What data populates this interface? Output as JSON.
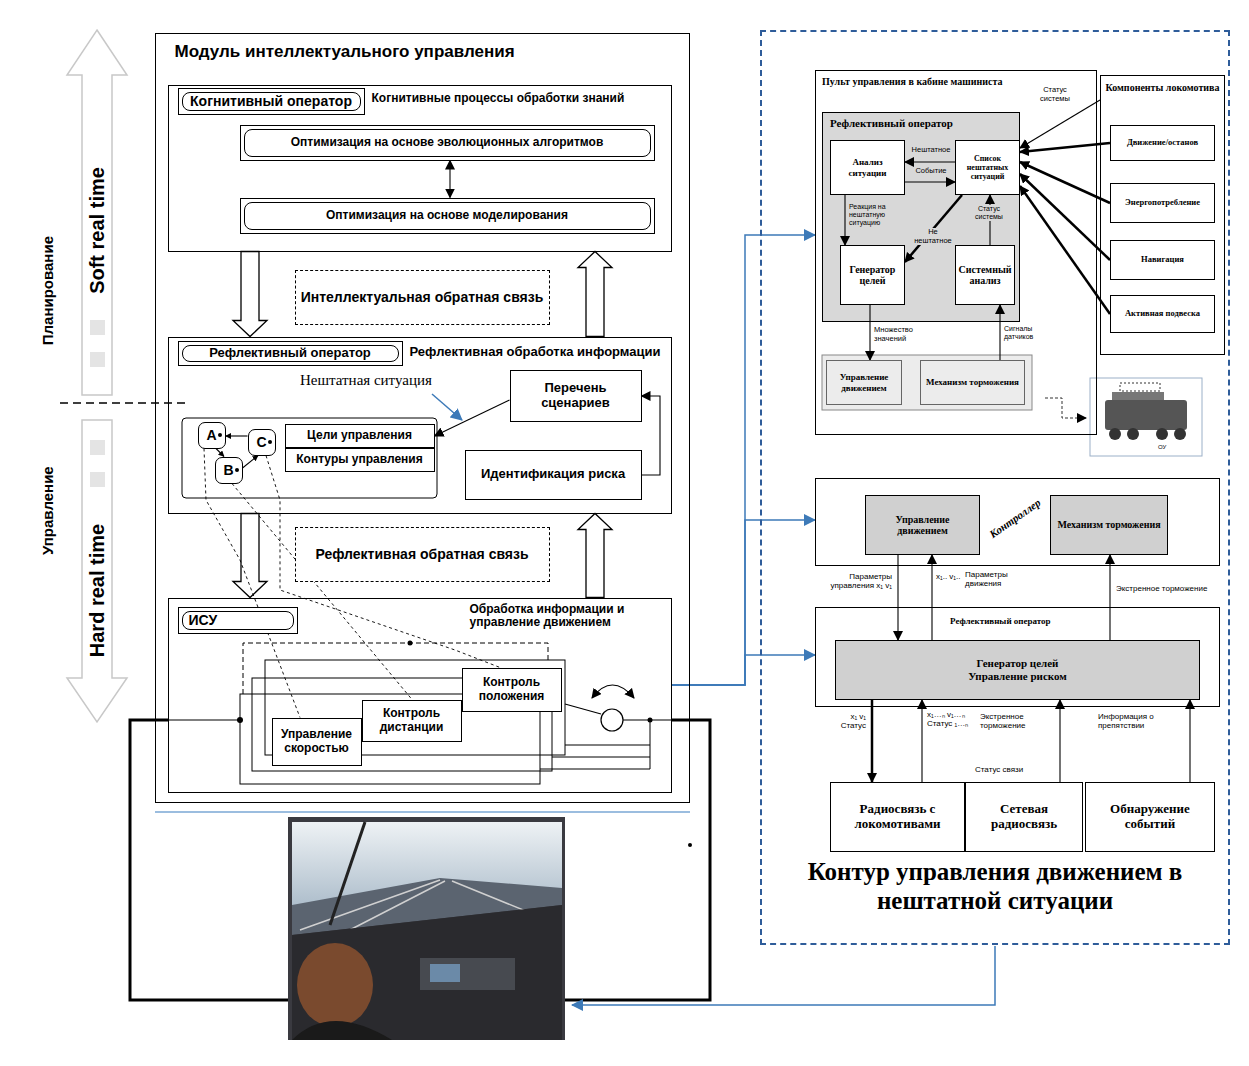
{
  "diagram": {
    "nodes": [
      {
        "text": [
          "Модуль интеллектуального управления"
        ]
      },
      {
        "text": [
          "Когнитивные процессы обработки знаний"
        ],
        "in": 0
      },
      {
        "text": [
          "Когнитивный оператор"
        ],
        "in": 1
      },
      {
        "text": [
          "Оптимизация на основе эволюционных алгоритмов"
        ],
        "in": 1
      },
      {
        "text": [
          "Оптимизация на основе моделирования"
        ],
        "in": 1
      },
      {
        "text": [
          "Интеллектуальная обратная связь"
        ],
        "in": 0
      },
      {
        "text": [
          "Рефлективная обработка информации"
        ],
        "in": 0
      },
      {
        "text": [
          "Рефлективный оператор"
        ],
        "in": 6
      },
      {
        "text": [
          "Перечень сценариев"
        ],
        "in": 6
      },
      {
        "text": [
          "Идентификация риска"
        ],
        "in": 6
      },
      {
        "text": [
          "A"
        ],
        "in": 6
      },
      {
        "text": [
          "B"
        ],
        "in": 6
      },
      {
        "text": [
          "C"
        ],
        "in": 6
      },
      {
        "text": [
          "Цели управления"
        ],
        "in": 6
      },
      {
        "text": [
          "Контуры управления"
        ],
        "in": 6
      },
      {
        "text": [
          "Рефлективная обратная связь"
        ],
        "in": 0
      },
      {
        "text": [
          "Обработка информации и управление движением"
        ],
        "in": 0
      },
      {
        "text": [
          "ИСУ"
        ],
        "in": 16
      },
      {
        "text": [
          "Контроль положения"
        ],
        "in": 16
      },
      {
        "text": [
          "Контроль дистанции"
        ],
        "in": 16
      },
      {
        "text": [
          "Управление скоростью"
        ],
        "in": 16
      },
      {
        "text": [
          "Контур управления движением в нештатной ситуации"
        ]
      },
      {
        "text": [
          "Пульт управления в кабине машиниста"
        ],
        "in": 21
      },
      {
        "text": [
          "Рефлективный оператор"
        ],
        "in": 22
      },
      {
        "text": [
          "Анализ ситуации"
        ],
        "in": 23
      },
      {
        "text": [
          "Список нештатных ситуаций"
        ],
        "in": 23
      },
      {
        "text": [
          "Генератор целей"
        ],
        "in": 23
      },
      {
        "text": [
          "Системный анализ"
        ],
        "in": 23
      },
      {
        "text": [
          "Управление движением"
        ],
        "in": 22
      },
      {
        "text": [
          "Механизм торможения"
        ],
        "in": 22
      },
      {
        "text": [
          "Компоненты локомотива"
        ],
        "in": 21
      },
      {
        "text": [
          "Движение/останов"
        ],
        "in": 30
      },
      {
        "text": [
          "Энергопотребление"
        ],
        "in": 30
      },
      {
        "text": [
          "Навигация"
        ],
        "in": 30
      },
      {
        "text": [
          "Активная подвеска"
        ],
        "in": 30
      },
      {
        "text": [
          "Контроллер"
        ],
        "in": 21
      },
      {
        "text": [
          "Управление движением"
        ],
        "in": 35
      },
      {
        "text": [
          "Механизм торможения"
        ],
        "in": 35
      },
      {
        "text": [
          "Рефлективный оператор"
        ],
        "in": 21
      },
      {
        "text": [
          "Генератор целей",
          "Управление риском"
        ],
        "in": 38
      },
      {
        "text": [
          "Радиосвязь с локомотивами"
        ],
        "in": 21
      },
      {
        "text": [
          "Сетевая радиосвязь"
        ],
        "in": 21
      },
      {
        "text": [
          "Обнаружение событий"
        ],
        "in": 21
      }
    ],
    "edges": [
      {
        "from": 3,
        "to": 4,
        "arrow": "both"
      },
      {
        "from": 1,
        "to": 6,
        "arrow": "to"
      },
      {
        "from": 6,
        "to": 1,
        "arrow": "to"
      },
      {
        "from": 6,
        "to": 16,
        "arrow": "to"
      },
      {
        "from": 16,
        "to": 6,
        "arrow": "to"
      },
      {
        "from": 10,
        "to": 11,
        "arrow": "to"
      },
      {
        "from": 11,
        "to": 12,
        "arrow": "to"
      },
      {
        "from": 12,
        "to": 10,
        "arrow": "to"
      },
      {
        "from": 8,
        "to": 13,
        "arrow": "to"
      },
      {
        "from": 9,
        "to": 8,
        "arrow": "to"
      },
      {
        "from": 10,
        "to": 20,
        "arrow": "none"
      },
      {
        "from": 11,
        "to": 19,
        "arrow": "none"
      },
      {
        "from": 12,
        "to": 18,
        "arrow": "none"
      },
      {
        "from": 16,
        "to": 22,
        "arrow": "to"
      },
      {
        "from": 16,
        "to": 35,
        "arrow": "to"
      },
      {
        "from": 16,
        "to": 38,
        "arrow": "to"
      },
      {
        "from": 25,
        "to": 24,
        "arrow": "to",
        "label": "Нештатное"
      },
      {
        "from": 24,
        "to": 25,
        "arrow": "to",
        "label": "Событие"
      },
      {
        "from": 24,
        "to": 26,
        "arrow": "to",
        "label": "Реакция на нештатную ситуацию"
      },
      {
        "from": 25,
        "to": 26,
        "arrow": "to",
        "label": "Не нештатное"
      },
      {
        "from": 27,
        "to": 25,
        "arrow": "to",
        "label": "Статус системы"
      },
      {
        "from": 26,
        "to": 28,
        "arrow": "to",
        "label": "Множество значений"
      },
      {
        "from": 29,
        "to": 27,
        "arrow": "to",
        "label": "Сигналы датчиков"
      },
      {
        "from": 30,
        "to": 25,
        "arrow": "to",
        "label": "Статус системы"
      },
      {
        "from": 31,
        "to": 25,
        "arrow": "to"
      },
      {
        "from": 32,
        "to": 25,
        "arrow": "to"
      },
      {
        "from": 33,
        "to": 25,
        "arrow": "to"
      },
      {
        "from": 34,
        "to": 25,
        "arrow": "to"
      },
      {
        "from": 36,
        "to": 39,
        "arrow": "to",
        "label": "Параметры управления x₁ v₁"
      },
      {
        "from": 39,
        "to": 36,
        "arrow": "to",
        "label": "x₁.. v₁.."
      },
      {
        "from": 39,
        "to": 37,
        "arrow": "to",
        "label": "Экстренное торможение"
      },
      {
        "from": 39,
        "to": 40,
        "arrow": "to",
        "label": "x₁ v₁ Статус"
      },
      {
        "from": 40,
        "to": 39,
        "arrow": "to",
        "label": "x₁…ₙ v₁…ₙ Статус ₁…ₙ"
      },
      {
        "from": 41,
        "to": 39,
        "arrow": "to",
        "label": "Экстренное торможение"
      },
      {
        "from": 42,
        "to": 39,
        "arrow": "to",
        "label": "Информация о препятствии"
      }
    ],
    "labels": [
      "Планирование",
      "Soft real time",
      "Управление",
      "Hard real time",
      "Нештатная ситуация",
      "Параметры движения",
      "Статус связи",
      "ОУ"
    ]
  }
}
